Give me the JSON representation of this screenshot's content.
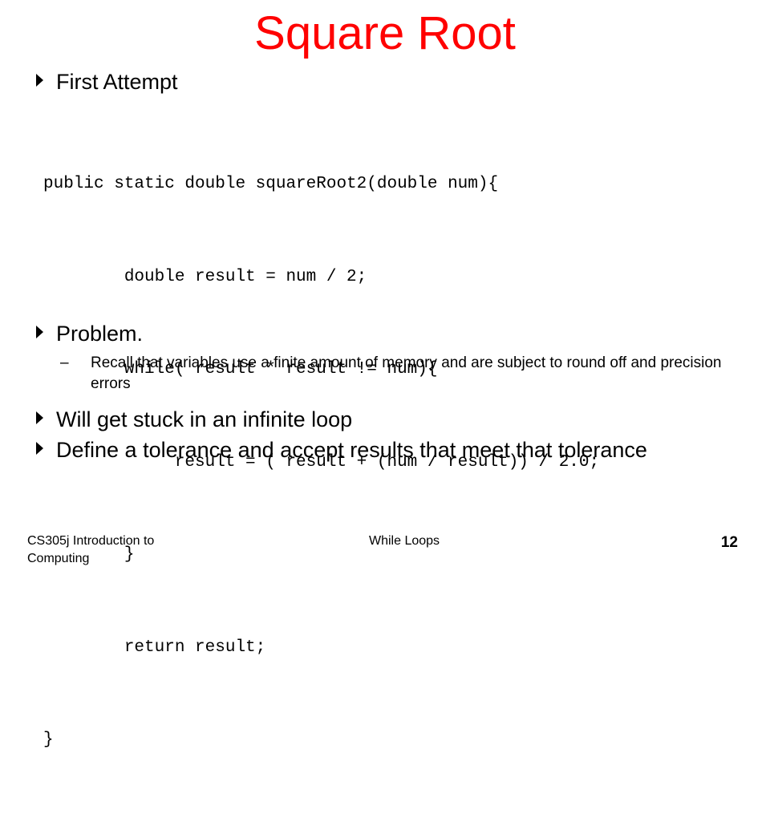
{
  "slide": {
    "title": "Square Root",
    "bullets": {
      "first_attempt": "First Attempt",
      "problem": "Problem.",
      "problem_sub": "Recall that variables use a finite amount of memory and are subject to round off and precision errors",
      "stuck": "Will get stuck in an infinite loop",
      "define": "Define a tolerance and accept results that meet that tolerance"
    },
    "sub_dash": "–",
    "code_lines": [
      "public static double squareRoot2(double num){",
      "        double result = num / 2;",
      "        while( result * result != num){",
      "             result = ( result + (num / result)) / 2.0;",
      "        }",
      "        return result;",
      "}"
    ]
  },
  "footer": {
    "course": "CS305j Introduction to Computing",
    "topic": "While Loops",
    "page_number": "12"
  },
  "colors": {
    "title": "#ff0000",
    "text": "#000000",
    "background": "#ffffff"
  },
  "icons": {
    "bullet": "triangle-right-icon"
  }
}
